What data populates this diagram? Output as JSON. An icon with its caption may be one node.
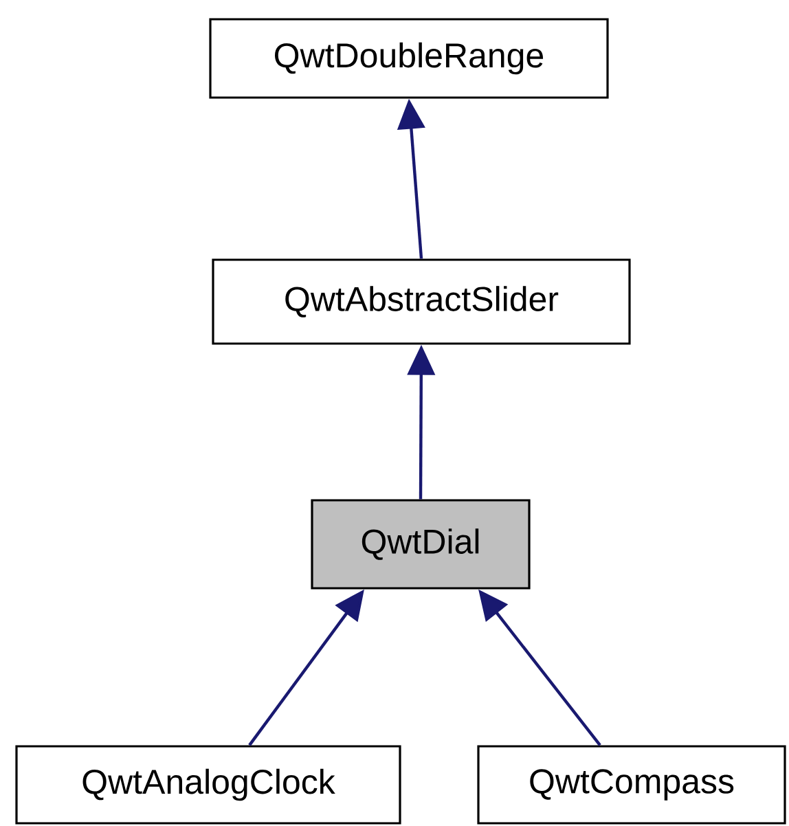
{
  "diagram": {
    "nodes": [
      {
        "text": [
          "QwtDoubleRange"
        ]
      },
      {
        "text": [
          "QwtAbstractSlider"
        ]
      },
      {
        "text": [
          "QwtDial"
        ]
      },
      {
        "text": [
          "QwtAnalogClock"
        ]
      },
      {
        "text": [
          "QwtCompass"
        ]
      }
    ],
    "edges": [
      {
        "from": 1,
        "to": 0,
        "arrow": "to"
      },
      {
        "from": 2,
        "to": 1,
        "arrow": "to"
      },
      {
        "from": 3,
        "to": 2,
        "arrow": "to"
      },
      {
        "from": 4,
        "to": 2,
        "arrow": "to"
      }
    ]
  }
}
